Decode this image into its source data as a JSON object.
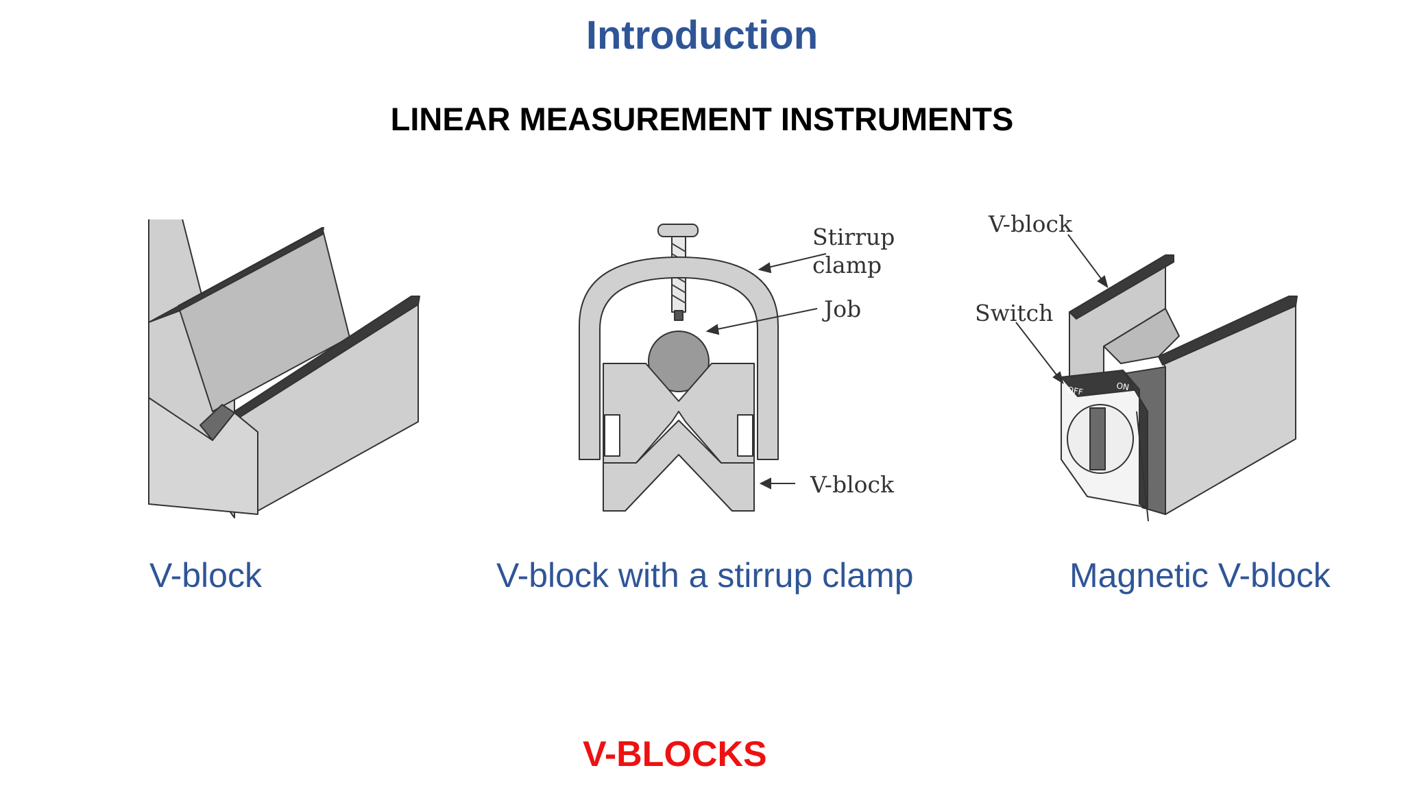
{
  "slide": {
    "title": "Introduction",
    "subtitle": "LINEAR MEASUREMENT INSTRUMENTS",
    "footer": "V-BLOCKS"
  },
  "figures": [
    {
      "caption": "V-block",
      "labels": []
    },
    {
      "caption": "V-block with a stirrup clamp",
      "labels": [
        "Stirrup",
        "clamp",
        "Job",
        "V-block"
      ]
    },
    {
      "caption": "Magnetic V-block",
      "labels": [
        "V-block",
        "Switch",
        "OFF",
        "ON"
      ]
    }
  ],
  "colors": {
    "title": "#2f5597",
    "caption": "#2f5597",
    "footer": "#ee1111",
    "block_face": "#d1d1d1",
    "block_top": "#3a3a3a"
  }
}
